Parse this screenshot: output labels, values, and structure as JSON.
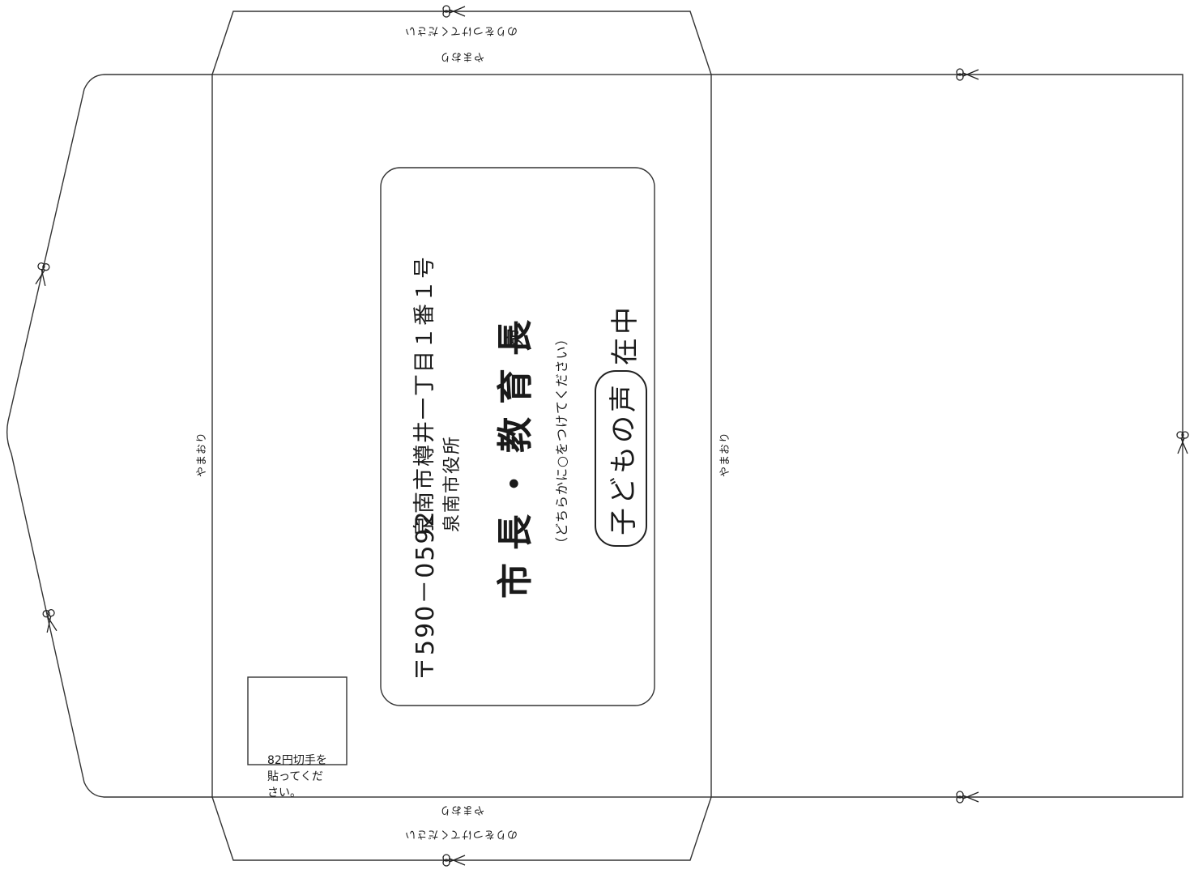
{
  "envelope": {
    "mountain_fold_label": "やまおり",
    "glue_label": "のりをつけてください",
    "zip": "〒590－0592",
    "address_line1": "泉南市樽井一丁目１番１号",
    "address_line2": "泉南市役所",
    "recipient_options": "市長・教育長",
    "recipient_suffix": "宛",
    "instruction": "（どちらかに○をつけてください）",
    "category_selected": "子どもの声",
    "category_other": "在中",
    "stamp_note": "82円切手を\n貼ってくだ\nさい。"
  },
  "icons": {
    "scissors": "scissors-icon"
  }
}
